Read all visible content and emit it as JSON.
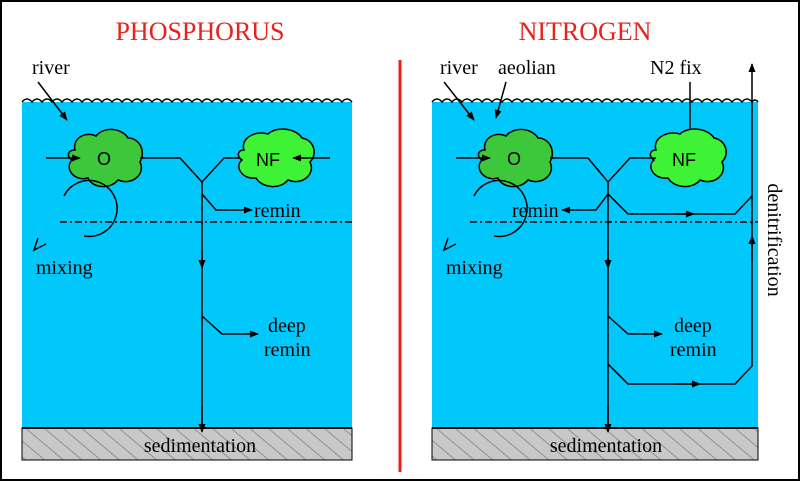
{
  "colors": {
    "water": "#00c8fb",
    "organism_o": "#3cc83a",
    "organism_nf": "#3ef235",
    "title": "#e8211b",
    "divider": "#e8211b",
    "sediment": "#c8c8c8"
  },
  "phosphorus": {
    "title": "PHOSPHORUS",
    "river": "river",
    "organism_o": "O",
    "organism_nf": "NF",
    "remin": "remin",
    "mixing": "mixing",
    "deep_remin_1": "deep",
    "deep_remin_2": "remin",
    "sedimentation": "sedimentation"
  },
  "nitrogen": {
    "title": "NITROGEN",
    "river": "river",
    "aeolian": "aeolian",
    "n2fix": "N2 fix",
    "organism_o": "O",
    "organism_nf": "NF",
    "remin": "remin",
    "mixing": "mixing",
    "deep_remin_1": "deep",
    "deep_remin_2": "remin",
    "sedimentation": "sedimentation",
    "denitrification": "denitrification"
  }
}
